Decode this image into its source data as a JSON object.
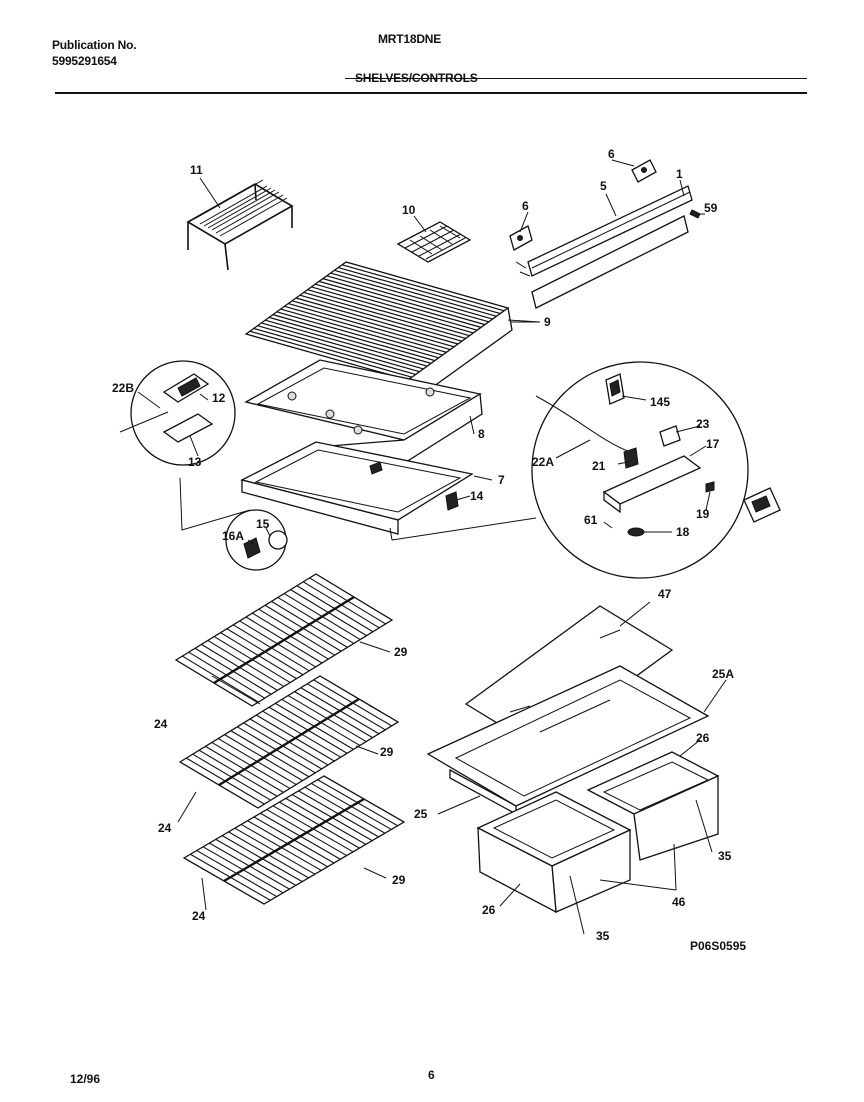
{
  "header": {
    "publication_label": "Publication No.",
    "publication_number": "5995291654",
    "model": "MRT18DNE",
    "section_title": "SHELVES/CONTROLS"
  },
  "diagram": {
    "callouts": {
      "c11": "11",
      "c10": "10",
      "c6a": "6",
      "c6b": "6",
      "c5": "5",
      "c1": "1",
      "c59": "59",
      "c9": "9",
      "c22B": "22B",
      "c12": "12",
      "c13": "13",
      "c8": "8",
      "c7": "7",
      "c14": "14",
      "c15": "15",
      "c16A": "16A",
      "c145": "145",
      "c23": "23",
      "c17": "17",
      "c22A": "22A",
      "c21": "21",
      "c19": "19",
      "c61": "61",
      "c18": "18",
      "c47": "47",
      "c25A": "25A",
      "c29a": "29",
      "c29b": "29",
      "c29c": "29",
      "c24a": "24",
      "c24b": "24",
      "c24c": "24",
      "c26a": "26",
      "c26b": "26",
      "c25": "25",
      "c35a": "35",
      "c35b": "35",
      "c46": "46"
    },
    "drawing_id": "P06S0595"
  },
  "footer": {
    "date": "12/96",
    "page": "6"
  }
}
